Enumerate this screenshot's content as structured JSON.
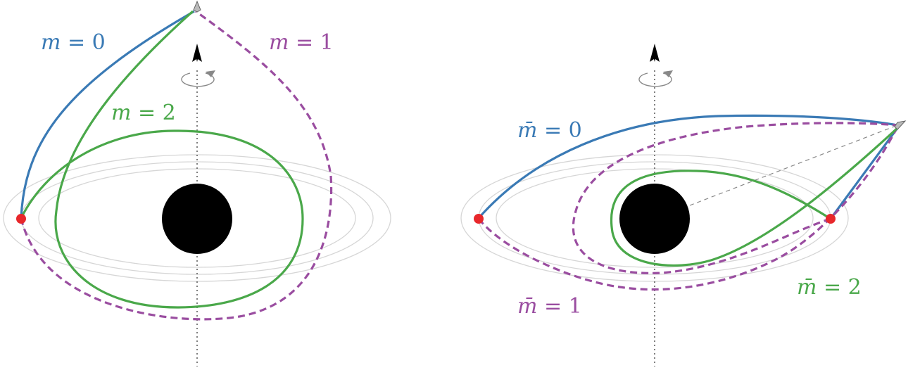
{
  "colors": {
    "blue": "#3a7ab5",
    "purple": "#9a4da0",
    "green": "#4aa84a",
    "red": "#e8272b",
    "black": "#000000",
    "orbit_gray": "#d6d6d6",
    "axis_gray": "#555555",
    "rotation_gray": "#888888"
  },
  "left_panel": {
    "labels": {
      "m0": {
        "sym": "m",
        "eq": " = 0",
        "color_key": "blue"
      },
      "m1": {
        "sym": "m",
        "eq": " = 1",
        "color_key": "purple"
      },
      "m2": {
        "sym": "m",
        "eq": " = 2",
        "color_key": "green"
      }
    }
  },
  "right_panel": {
    "labels": {
      "m0": {
        "sym": "m̄",
        "eq": " = 0",
        "color_key": "blue"
      },
      "m1": {
        "sym": "m̄",
        "eq": " = 1",
        "color_key": "purple"
      },
      "m2": {
        "sym": "m̄",
        "eq": " = 2",
        "color_key": "green"
      }
    }
  },
  "icons": [
    "observer-icon",
    "spin-arrow-icon",
    "rotation-arrow-icon",
    "black-hole-icon",
    "emission-point-icon"
  ]
}
